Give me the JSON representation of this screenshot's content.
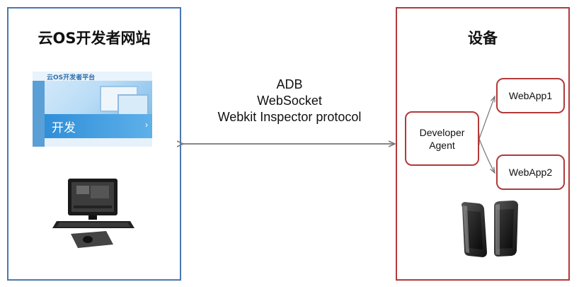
{
  "left_panel": {
    "title": "云OS开发者网站",
    "thumbnail": {
      "logo_text": "云OS开发者平台",
      "hero_text": "开发"
    }
  },
  "right_panel": {
    "title": "设备"
  },
  "connection": {
    "lines": [
      "ADB",
      "WebSocket",
      "Webkit Inspector protocol"
    ]
  },
  "nodes": {
    "agent_line1": "Developer",
    "agent_line2": "Agent",
    "webapp1": "WebApp1",
    "webapp2": "WebApp2"
  },
  "colors": {
    "left_border": "#4a78b0",
    "right_border": "#b23a3a",
    "arrow": "#777777"
  },
  "icons": [
    "computer-icon",
    "smartphones-icon",
    "double-arrow-icon"
  ]
}
